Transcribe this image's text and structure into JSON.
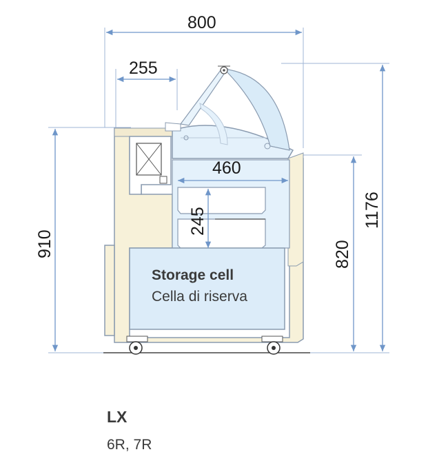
{
  "dimensions": {
    "width_total": "800",
    "shelf_depth": "255",
    "pan_width": "460",
    "pan_height": "245",
    "height_counter": "910",
    "height_base": "820",
    "height_total": "1176"
  },
  "storage_cell": {
    "title_en": "Storage cell",
    "title_it": "Cella di riserva"
  },
  "model": {
    "name": "LX",
    "variants": "6R, 7R"
  },
  "colors": {
    "body": "#f7f1d9",
    "outline": "#8a9bb0",
    "glass": "#e4f1fb",
    "dimension": "#6f96c9",
    "text": "#1a1a1a"
  }
}
